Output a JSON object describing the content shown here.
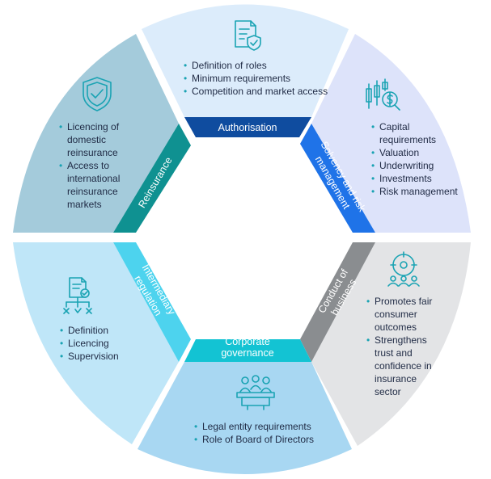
{
  "segments": {
    "authorisation": {
      "label": "Authorisation",
      "color": "#dcecfb",
      "banner_color": "#0f4c9f",
      "icon": "document-shield-icon",
      "bullets": [
        "Definition of roles",
        "Minimum requirements",
        "Competition and market access"
      ]
    },
    "solvency": {
      "label_lines": [
        "Solvency and risk",
        "management"
      ],
      "color": "#dde3fa",
      "banner_color": "#1f73e8",
      "icon": "candlestick-dollar-icon",
      "bullets": [
        "Capital requirements",
        "Valuation",
        "Underwriting",
        "Investments",
        "Risk management"
      ]
    },
    "conduct": {
      "label_lines": [
        "Conduct of",
        "business"
      ],
      "color": "#e3e4e6",
      "banner_color": "#8a8d90",
      "icon": "people-target-icon",
      "bullets": [
        "Promotes fair consumer outcomes",
        "Strengthens trust and confidence in insurance sector"
      ]
    },
    "governance": {
      "label_lines": [
        "Corporate",
        "governance"
      ],
      "color": "#a8d7f2",
      "banner_color": "#13c3d3",
      "icon": "boardroom-icon",
      "bullets": [
        "Legal entity requirements",
        "Role of Board of Directors"
      ]
    },
    "intermediary": {
      "label_lines": [
        "Intermediary",
        "regulation"
      ],
      "color": "#bfe6f8",
      "banner_color": "#4dd3ee",
      "icon": "document-hierarchy-icon",
      "bullets": [
        "Definition",
        "Licencing",
        "Supervision"
      ]
    },
    "reinsurance": {
      "label": "Reinsurance",
      "color": "#a4cbdb",
      "banner_color": "#0f9191",
      "icon": "shield-check-icon",
      "bullets": [
        "Licencing of domestic reinsurance",
        "Access to international reinsurance markets"
      ]
    }
  },
  "colors": {
    "icon_stroke": "#1aa3b3",
    "text": "#1f2a44",
    "bullet": "#1aa3b3"
  }
}
